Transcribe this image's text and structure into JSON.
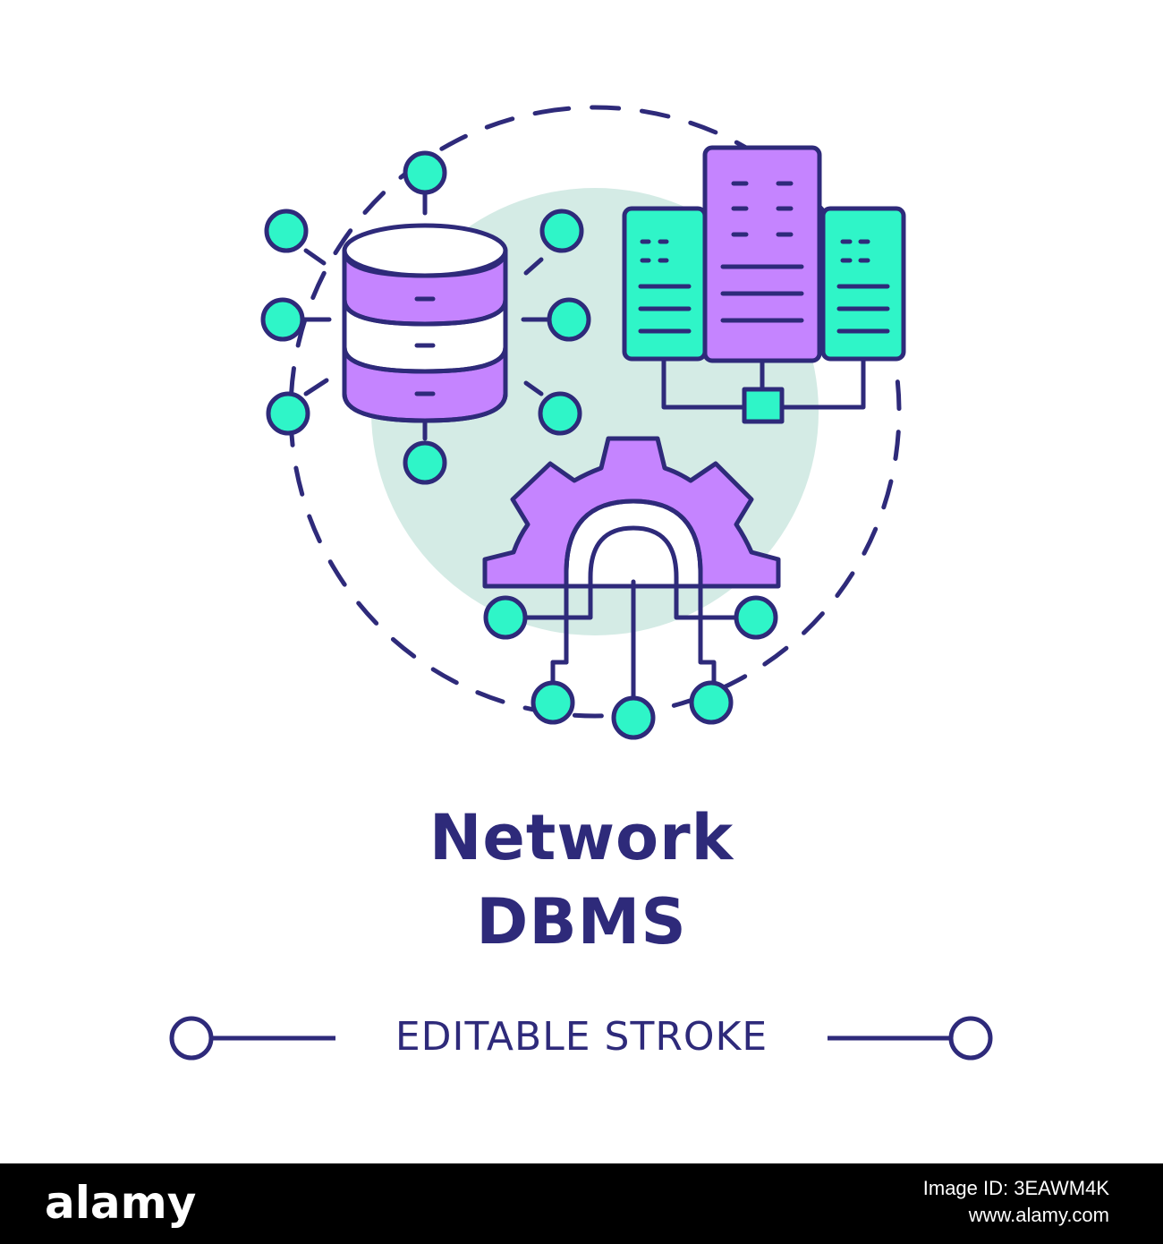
{
  "title": {
    "line1": "Network",
    "line2": "DBMS"
  },
  "caption": "EDITABLE STROKE",
  "footer": {
    "logo": "alamy",
    "image_id": "Image ID: 3EAWM4K",
    "url": "www.alamy.com"
  },
  "colors": {
    "outline": "#2e2a7a",
    "purple": "#c584ff",
    "mint": "#2ff5c8",
    "backdrop": "#d4ebe5"
  },
  "icons": [
    "database-icon",
    "server-rack-icon",
    "gear-icon",
    "network-node-icon"
  ]
}
